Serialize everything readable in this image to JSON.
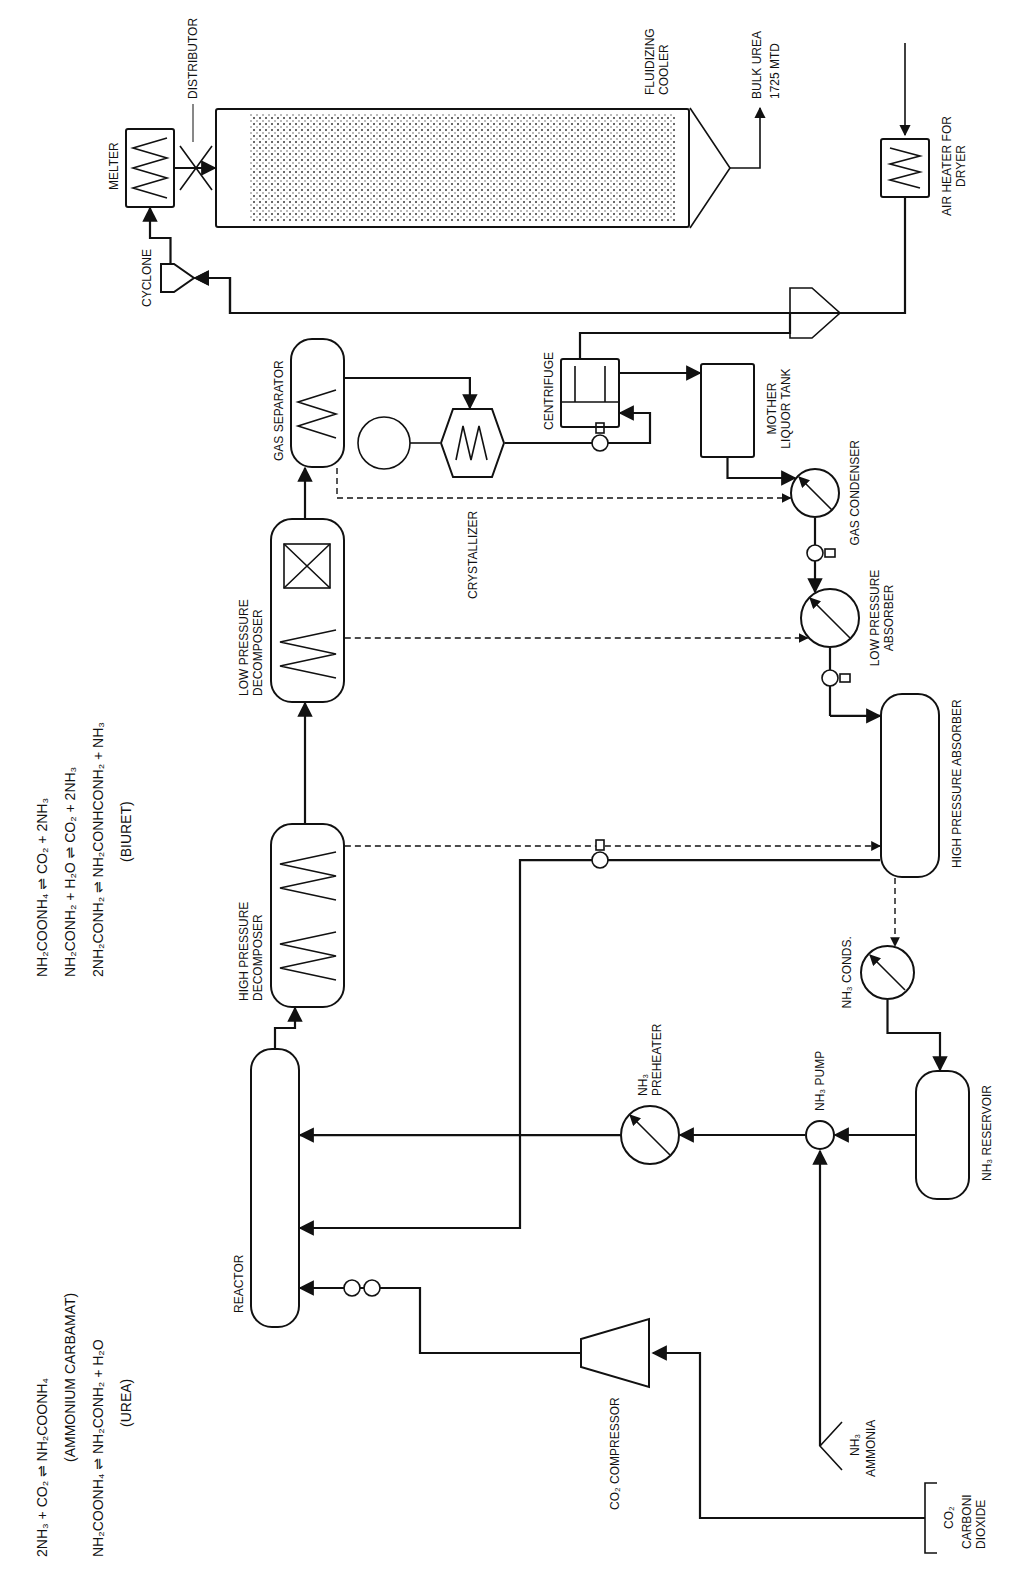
{
  "diagram": {
    "nodes": [
      {
        "text": [
          "REACTOR"
        ]
      },
      {
        "text": [
          "HIGH PRESSURE DECOMPOSER"
        ]
      },
      {
        "text": [
          "LOW PRESSURE DECOMPOSER"
        ]
      },
      {
        "text": [
          "GAS SEPARATOR"
        ]
      },
      {
        "text": [
          "CRYSTALLIZER"
        ]
      },
      {
        "text": [
          "CENTRIFUGE"
        ]
      },
      {
        "text": [
          "MOTHER LIQUOR TANK"
        ]
      },
      {
        "text": [
          "GAS CONDENSER"
        ]
      },
      {
        "text": [
          "LOW PRESSURE ABSORBER"
        ]
      },
      {
        "text": [
          "HIGH PRESSURE ABSORBER"
        ]
      },
      {
        "text": [
          "NH₃ CONDS."
        ]
      },
      {
        "text": [
          "NH₃ RESERVOIR"
        ]
      },
      {
        "text": [
          "NH₃ PUMP"
        ]
      },
      {
        "text": [
          "NH₃ PREHEATER"
        ]
      },
      {
        "text": [
          "CO₂ COMPRESSOR"
        ]
      },
      {
        "text": [
          "CYCLONE"
        ]
      },
      {
        "text": [
          "MELTER"
        ]
      },
      {
        "text": [
          "FLUIDIZING COOLER"
        ]
      },
      {
        "text": [
          "AIR HEATER FOR DRYER"
        ]
      }
    ],
    "edges": [
      {
        "from": 0,
        "to": 1,
        "arrow": "to"
      },
      {
        "from": 1,
        "to": 2,
        "arrow": "to"
      },
      {
        "from": 2,
        "to": 3,
        "arrow": "to"
      },
      {
        "from": 3,
        "to": 4,
        "arrow": "to"
      },
      {
        "from": 4,
        "to": 5,
        "arrow": "to"
      },
      {
        "from": 5,
        "to": 6,
        "arrow": "to"
      },
      {
        "from": 5,
        "to": 15,
        "arrow": "to"
      },
      {
        "from": 6,
        "to": 7,
        "arrow": "to"
      },
      {
        "from": 7,
        "to": 8,
        "arrow": "to"
      },
      {
        "from": 8,
        "to": 9,
        "arrow": "to"
      },
      {
        "from": 9,
        "to": 0,
        "arrow": "to"
      },
      {
        "from": 1,
        "to": 9,
        "arrow": "to"
      },
      {
        "from": 2,
        "to": 8,
        "arrow": "to"
      },
      {
        "from": 3,
        "to": 7,
        "arrow": "to"
      },
      {
        "from": 9,
        "to": 10,
        "arrow": "to"
      },
      {
        "from": 10,
        "to": 11,
        "arrow": "to"
      },
      {
        "from": 11,
        "to": 12,
        "arrow": "to"
      },
      {
        "from": 12,
        "to": 13,
        "arrow": "to"
      },
      {
        "from": 13,
        "to": 0,
        "arrow": "to"
      },
      {
        "from": 14,
        "to": 0,
        "arrow": "to"
      },
      {
        "from": 18,
        "to": 15,
        "arrow": "to"
      },
      {
        "from": 15,
        "to": 16,
        "arrow": "to"
      },
      {
        "from": 16,
        "to": 17,
        "arrow": "to"
      }
    ],
    "labels": [
      "2NH₃ + CO₂ ⇌ NH₂COONH₄",
      "(AMMONIUM CARBAMAT)",
      "NH₂COONH₄ ⇌ NH₂CONH₂ + H₂O",
      "(UREA)",
      "NH₂COONH₄ ⇌ CO₂ + 2NH₃",
      "NH₂CONH₂ + H₂O ⇌ CO₂ + 2NH₃",
      "2NH₂CONH₂ ⇌ NH₂CONHCONH₂ + NH₃",
      "(BIURET)",
      "CO₂",
      "CARBONI DIOXIDE",
      "NH₃",
      "AMMONIA",
      "DISTRIBUTOR",
      "BULK UREA",
      "1725 MTD"
    ]
  }
}
